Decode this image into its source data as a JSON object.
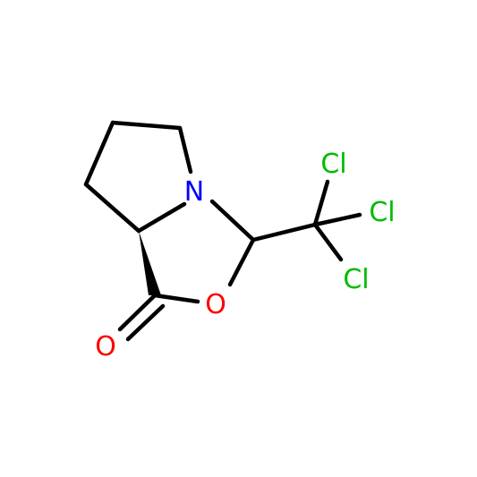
{
  "molecule": {
    "atoms": {
      "n1": {
        "symbol": "N",
        "color": "#0000ff"
      },
      "o_ring": {
        "symbol": "O",
        "color": "#ff0000"
      },
      "o_carbonyl": {
        "symbol": "O",
        "color": "#ff0000"
      },
      "cl1": {
        "symbol": "Cl",
        "color": "#00bb00"
      },
      "cl2": {
        "symbol": "Cl",
        "color": "#00bb00"
      },
      "cl3": {
        "symbol": "Cl",
        "color": "#00bb00"
      }
    },
    "bond_color": "#000000"
  }
}
